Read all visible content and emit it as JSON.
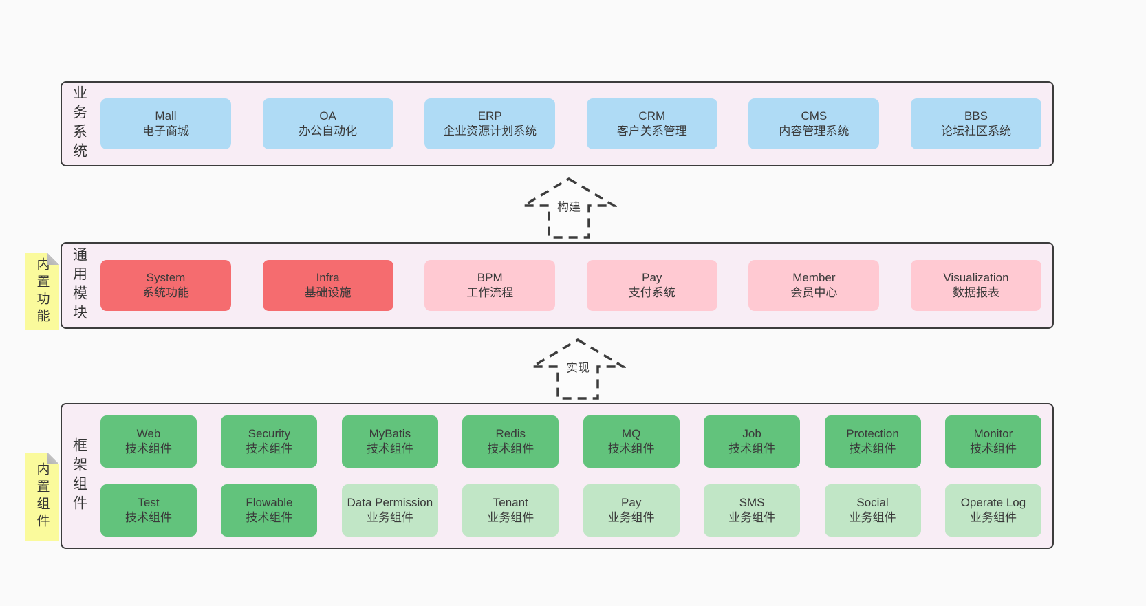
{
  "colors": {
    "page_bg": "#fafafa",
    "panel_bg": "#f8edf5",
    "panel_border": "#3c3c3c",
    "blue": "#afdbf5",
    "red": "#f56c6f",
    "pink": "#ffc9d2",
    "green_dark": "#62c37c",
    "green_light": "#c1e6c6",
    "sticky_yellow": "#fafa9c",
    "text": "#3a3a3a"
  },
  "layers": [
    {
      "side_label": "业务系统",
      "boxes": [
        {
          "name": "Mall",
          "desc": "电子商城"
        },
        {
          "name": "OA",
          "desc": "办公自动化"
        },
        {
          "name": "ERP",
          "desc": "企业资源计划系统"
        },
        {
          "name": "CRM",
          "desc": "客户关系管理"
        },
        {
          "name": "CMS",
          "desc": "内容管理系统"
        },
        {
          "name": "BBS",
          "desc": "论坛社区系统"
        }
      ]
    },
    {
      "side_label": "通用模块",
      "sticky": "内置功能",
      "boxes": [
        {
          "name": "System",
          "desc": "系统功能"
        },
        {
          "name": "Infra",
          "desc": "基础设施"
        },
        {
          "name": "BPM",
          "desc": "工作流程"
        },
        {
          "name": "Pay",
          "desc": "支付系统"
        },
        {
          "name": "Member",
          "desc": "会员中心"
        },
        {
          "name": "Visualization",
          "desc": "数据报表"
        }
      ]
    },
    {
      "side_label": "框架组件",
      "sticky": "内置组件",
      "rows": [
        [
          {
            "name": "Web",
            "desc": "技术组件"
          },
          {
            "name": "Security",
            "desc": "技术组件"
          },
          {
            "name": "MyBatis",
            "desc": "技术组件"
          },
          {
            "name": "Redis",
            "desc": "技术组件"
          },
          {
            "name": "MQ",
            "desc": "技术组件"
          },
          {
            "name": "Job",
            "desc": "技术组件"
          },
          {
            "name": "Protection",
            "desc": "技术组件"
          },
          {
            "name": "Monitor",
            "desc": "技术组件"
          }
        ],
        [
          {
            "name": "Test",
            "desc": "技术组件"
          },
          {
            "name": "Flowable",
            "desc": "技术组件"
          },
          {
            "name": "Data Permission",
            "desc": "业务组件"
          },
          {
            "name": "Tenant",
            "desc": "业务组件"
          },
          {
            "name": "Pay",
            "desc": "业务组件"
          },
          {
            "name": "SMS",
            "desc": "业务组件"
          },
          {
            "name": "Social",
            "desc": "业务组件"
          },
          {
            "name": "Operate Log",
            "desc": "业务组件"
          }
        ]
      ]
    }
  ],
  "arrows": [
    {
      "label": "构建"
    },
    {
      "label": "实现"
    }
  ]
}
